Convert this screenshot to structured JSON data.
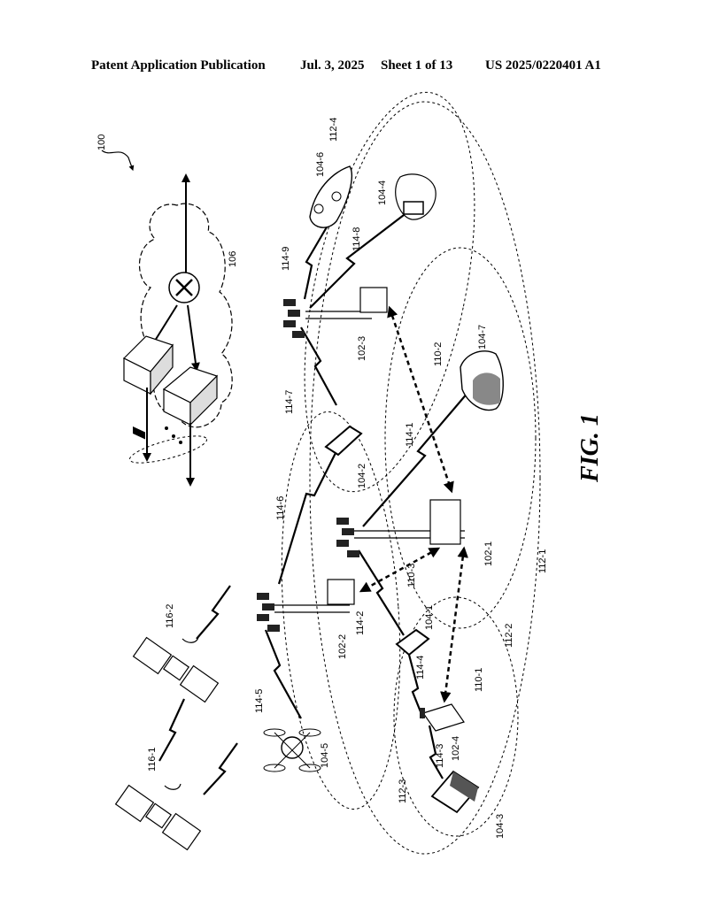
{
  "header": {
    "publication": "Patent Application Publication",
    "date": "Jul. 3, 2025",
    "sheet": "Sheet 1 of 13",
    "number": "US 2025/0220401 A1"
  },
  "figure": {
    "title": "FIG. 1",
    "system_ref": "100",
    "labels": {
      "cloud": "106",
      "sat1": "116-1",
      "sat2": "116-2",
      "ue_drone": "104-5",
      "ue_laptop": "104-3",
      "ue_tablet1": "104-1",
      "ue_tablet2": "104-2",
      "ue_car": "104-6",
      "ue_watch": "104-4",
      "ue_headset": "104-7",
      "bs1": "102-1",
      "bs2": "102-2",
      "bs3": "102-3",
      "bs4": "102-4",
      "link1": "114-1",
      "link2": "114-2",
      "link3": "114-3",
      "link4": "114-4",
      "link5": "114-5",
      "link6": "114-6",
      "link7": "114-7",
      "link8": "114-8",
      "link9": "114-9",
      "bh1": "110-1",
      "bh2": "110-2",
      "bh3": "110-3",
      "cov1": "112-1",
      "cov2": "112-2",
      "cov3": "112-3",
      "cov4": "112-4"
    }
  }
}
